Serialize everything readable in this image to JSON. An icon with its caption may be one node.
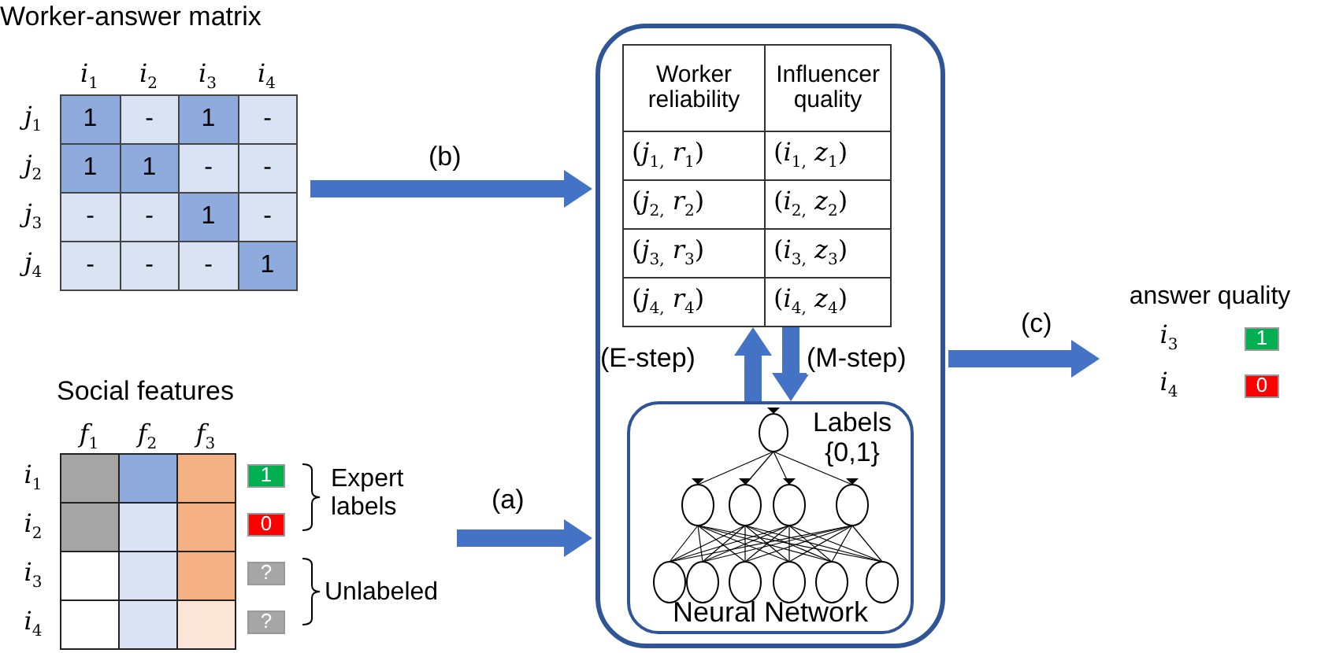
{
  "diagram": {
    "nodes": [
      {
        "text": [
          "Worker-answer matrix",
          "*i*$_{1}$",
          "*i*$_{2}$",
          "*i*$_{3}$",
          "*i*$_{4}$",
          "*j*$_{1}$",
          "1",
          "-",
          "1",
          "-",
          "*j*$_{2}$",
          "1",
          "1",
          "-",
          "-",
          "*j*$_{3}$",
          "-",
          "-",
          "1",
          "-",
          "*j*$_{4}$",
          "-",
          "-",
          "-",
          "1"
        ]
      },
      {
        "text": [
          "Social features",
          "*f*$_{1}$",
          "*f*$_{2}$",
          "*f*$_{3}$",
          "*i*$_{1}$",
          "*i*$_{2}$",
          "*i*$_{3}$",
          "*i*$_{4}$",
          "1",
          "0",
          "?",
          "?",
          "Expert labels",
          "Unlabeled"
        ]
      },
      {
        "text": [],
        "shape": "box"
      },
      {
        "text": [
          "Worker reliability",
          "Influencer quality",
          "(*j*$_{1,}$ *r*$_{1}$)",
          "(*i*$_{1,}$ *z*$_{1}$)",
          "(*j*$_{2,}$ *r*$_{2}$)",
          "(*i*$_{2,}$ *z*$_{2}$)",
          "(*j*$_{3,}$ *r*$_{3}$)",
          "(*i*$_{3,}$ *z*$_{3}$)",
          "(*j*$_{4,}$ *r*$_{4}$)",
          "(*i*$_{4,}$ *z*$_{4}$)"
        ],
        "in": 2
      },
      {
        "text": [
          "Labels {0,1}",
          "Neural Network"
        ],
        "in": 2
      },
      {
        "text": [
          "answer quality",
          "*i*$_{3}$",
          "1",
          "*i*$_{4}$",
          "0"
        ]
      }
    ],
    "edges": [
      {
        "from": 0,
        "to": 2,
        "arrow": "to",
        "label": "(b)"
      },
      {
        "from": 1,
        "to": 2,
        "arrow": "to",
        "label": "(a)"
      },
      {
        "from": 4,
        "to": 3,
        "arrow": "to",
        "label": "(E-step)"
      },
      {
        "from": 3,
        "to": 4,
        "arrow": "to",
        "label": "(M-step)"
      },
      {
        "from": 2,
        "to": 5,
        "arrow": "to",
        "label": "(c)"
      }
    ]
  }
}
